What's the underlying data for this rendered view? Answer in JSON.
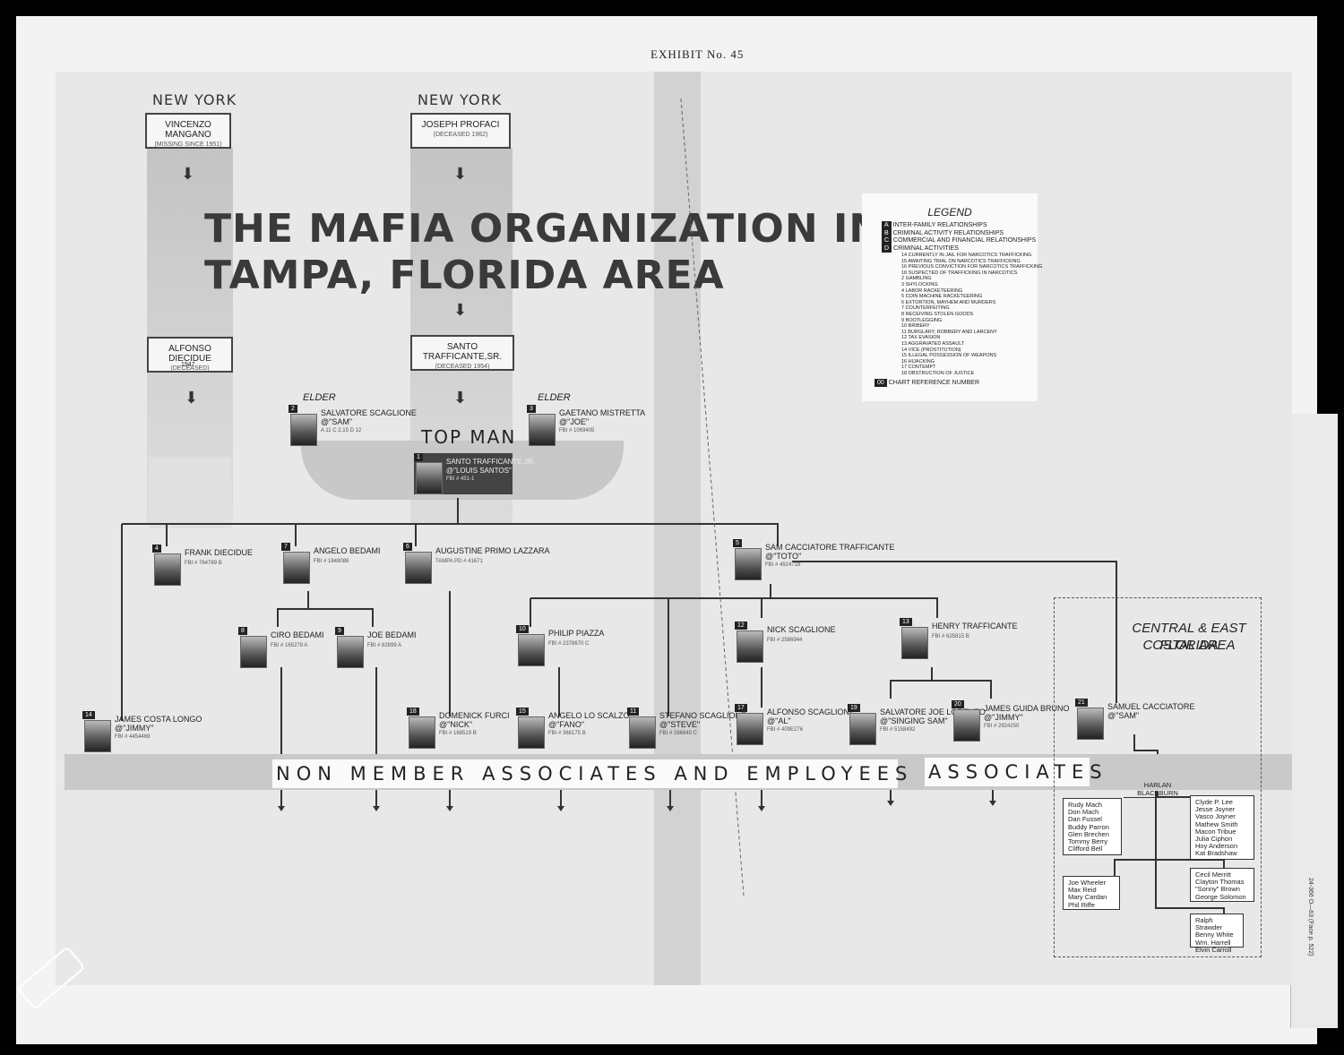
{
  "exhibit": "EXHIBIT No. 45",
  "title_line1": "THE MAFIA ORGANIZATION IN THE",
  "title_line2": "TAMPA, FLORIDA AREA",
  "ny_left": "NEW YORK",
  "ny_right": "NEW YORK",
  "mangano": {
    "name": "VINCENZO MANGANO",
    "note": "(MISSING SINCE 1951)"
  },
  "profaci": {
    "name": "JOSEPH PROFACI",
    "note": "(DECEASED 1962)"
  },
  "diecidue": {
    "name": "ALFONSO DIECIDUE",
    "note": "(DECEASED)",
    "year": "1947"
  },
  "trafficante_sr": {
    "name": "SANTO TRAFFICANTE,SR.",
    "note": "(DECEASED 1954)"
  },
  "elder_label": "ELDER",
  "top_man_label": "TOP MAN",
  "band_left": "NON MEMBER ASSOCIATES AND EMPLOYEES",
  "band_right": "ASSOCIATES",
  "legend": {
    "title": "LEGEND",
    "items": [
      "INTER-FAMILY RELATIONSHIPS",
      "CRIMINAL ACTIVITY RELATIONSHIPS",
      "COMMERCIAL AND FINANCIAL RELATIONSHIPS",
      "CRIMINAL ACTIVITIES"
    ],
    "markers": [
      "A",
      "B",
      "C",
      "D"
    ],
    "activities": [
      "14 CURRENTLY IN JAIL FOR NARCOTICS TRAFFICKING",
      "15 AWAITING TRIAL ON NARCOTICS TRAFFICKING",
      "16 PREVIOUS CONVICTION FOR NARCOTICS TRAFFICKING",
      "18 SUSPECTED OF TRAFFICKING IN NARCOTICS",
      "2 GAMBLING",
      "3 SHYLOCKING",
      "4 LABOR RACKETEERING",
      "5 COIN MACHINE RACKETEERING",
      "6 EXTORTION, MAYHEM AND MURDERS",
      "7 COUNTERFEITING",
      "8 RECEIVING STOLEN GOODS",
      "9 BOOTLEGGING",
      "10 BRIBERY",
      "11 BURGLARY, ROBBERY AND LARCENY",
      "12 TAX EVASION",
      "13 AGGRAVATED ASSAULT",
      "14 VICE (PROSTITUTION)",
      "15 ILLEGAL POSSESSION OF WEAPONS",
      "16 HIJACKING",
      "17 CONTEMPT",
      "18 OBSTRUCTION OF JUSTICE"
    ],
    "ref_marker": "00",
    "ref": "CHART REFERENCE NUMBER"
  },
  "people": [
    {
      "num": "1",
      "name": "SANTO TRAFFICANTE,JR.",
      "alias": "@\"LOUIS SANTOS\"",
      "fbi": "FBI # 451-1"
    },
    {
      "num": "2",
      "name": "SALVATORE SCAGLIONE",
      "alias": "@\"SAM\"",
      "fbi": "A 11   C 2,15   D 12"
    },
    {
      "num": "3",
      "name": "GAETANO MISTRETTA",
      "alias": "@\"JOE\"",
      "fbi": "FBI # 1069405"
    },
    {
      "num": "4",
      "name": "FRANK DIECIDUE",
      "alias": "",
      "fbi": "FBI # 764789 B"
    },
    {
      "num": "7",
      "name": "ANGELO BEDAMI",
      "alias": "",
      "fbi": "FBI # 1849088"
    },
    {
      "num": "6",
      "name": "AUGUSTINE PRIMO LAZZARA",
      "alias": "",
      "fbi": "TAMPA PD # 41671"
    },
    {
      "num": "5",
      "name": "SAM CACCIATORE TRAFFICANTE",
      "alias": "@\"TOTO\"",
      "fbi": "FBI # 4924718"
    },
    {
      "num": "8",
      "name": "CIRO BEDAMI",
      "alias": "",
      "fbi": "FBI # 165278 A"
    },
    {
      "num": "9",
      "name": "JOE BEDAMI",
      "alias": "",
      "fbi": "FBI # 82899 A"
    },
    {
      "num": "10",
      "name": "PHILIP PIAZZA",
      "alias": "",
      "fbi": "FBI # 2378670 C"
    },
    {
      "num": "12",
      "name": "NICK SCAGLIONE",
      "alias": "",
      "fbi": "FBI # 2586944"
    },
    {
      "num": "13",
      "name": "HENRY TRAFFICANTE",
      "alias": "",
      "fbi": "FBI # 625815 B"
    },
    {
      "num": "14",
      "name": "JAMES COSTA LONGO",
      "alias": "@\"JIMMY\"",
      "fbi": "FBI # 4454469"
    },
    {
      "num": "18",
      "name": "DOMENICK FURCI",
      "alias": "@\"NICK\"",
      "fbi": "FBI # 168519 B"
    },
    {
      "num": "15",
      "name": "ANGELO LO SCALZO",
      "alias": "@\"FANO\"",
      "fbi": "FBI # 368175 B"
    },
    {
      "num": "11",
      "name": "STEFANO SCAGLIONE",
      "alias": "@\"STEVE\"",
      "fbi": "FBI # 286840 C"
    },
    {
      "num": "17",
      "name": "ALFONSO SCAGLIONE",
      "alias": "@\"AL\"",
      "fbi": "FBI # 409E276"
    },
    {
      "num": "19",
      "name": "SALVATORE JOE LORENZO",
      "alias": "@\"SINGING SAM\"",
      "fbi": "FBI # 5158492"
    },
    {
      "num": "20",
      "name": "JAMES GUIDA BRUNO",
      "alias": "@\"JIMMY\"",
      "fbi": "FBI # 2924250"
    },
    {
      "num": "21",
      "name": "SAMUEL CACCIATORE",
      "alias": "@\"SAM\"",
      "fbi": ""
    }
  ],
  "central": {
    "title_line1": "CENTRAL & EAST FLORIDA",
    "title_line2": "COSTAL AREA",
    "boss": "HARLAN BLACKBURN",
    "group1": [
      "Rudy Mach",
      "Don Mach",
      "Dan Fussel",
      "Buddy Parron",
      "Glen Brechen",
      "Tommy Berry",
      "Clifford Bell"
    ],
    "group2": [
      "Clyde P. Lee",
      "Jesse Joyner",
      "Vasco Joyner",
      "Mathew Smith",
      "Macon Tribue",
      "Julia Ciphon",
      "Hoy Anderson",
      "Kat Bradshaw"
    ],
    "group3": [
      "Joe Wheeler",
      "Max Reid",
      "Mary Cardan",
      "Phil Riffe"
    ],
    "group4": [
      "Cecil Merritt",
      "Clayton Thomas",
      "\"Sonny\" Brown",
      "George Solomon"
    ],
    "group5": [
      "Ralph Strawder",
      "Benny White",
      "Wm. Harrell",
      "Elvin Carroll"
    ]
  },
  "side_note": "24-366 O—63 (Face p. 522)"
}
